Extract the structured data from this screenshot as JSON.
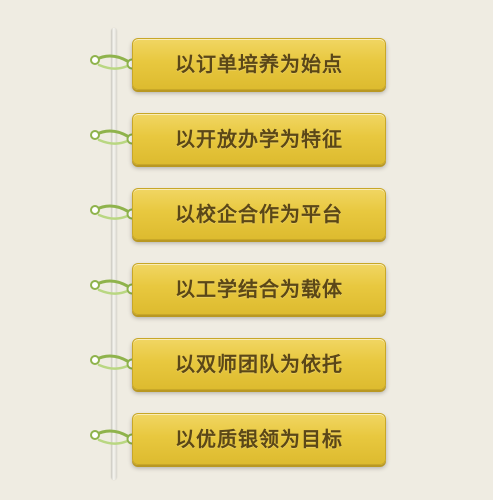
{
  "diagram": {
    "items": [
      {
        "label": "以订单培养为始点"
      },
      {
        "label": "以开放办学为特征"
      },
      {
        "label": "以校企合作为平台"
      },
      {
        "label": "以工学结合为载体"
      },
      {
        "label": "以双师团队为依托"
      },
      {
        "label": "以优质银领为目标"
      }
    ],
    "colors": {
      "background": "#efece2",
      "box_fill": "#e8c83f",
      "box_border": "#c8a728",
      "text": "#5b4718",
      "connector": "#9cc15b"
    }
  }
}
